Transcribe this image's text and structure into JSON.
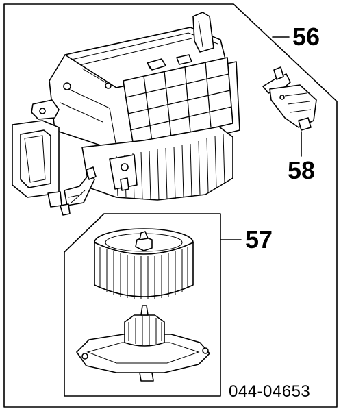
{
  "callouts": {
    "blower_assembly": "56",
    "fan_motor": "57",
    "resistor": "58"
  },
  "diagram_code": "044-04653",
  "colors": {
    "line": "#000000",
    "background": "#ffffff"
  }
}
